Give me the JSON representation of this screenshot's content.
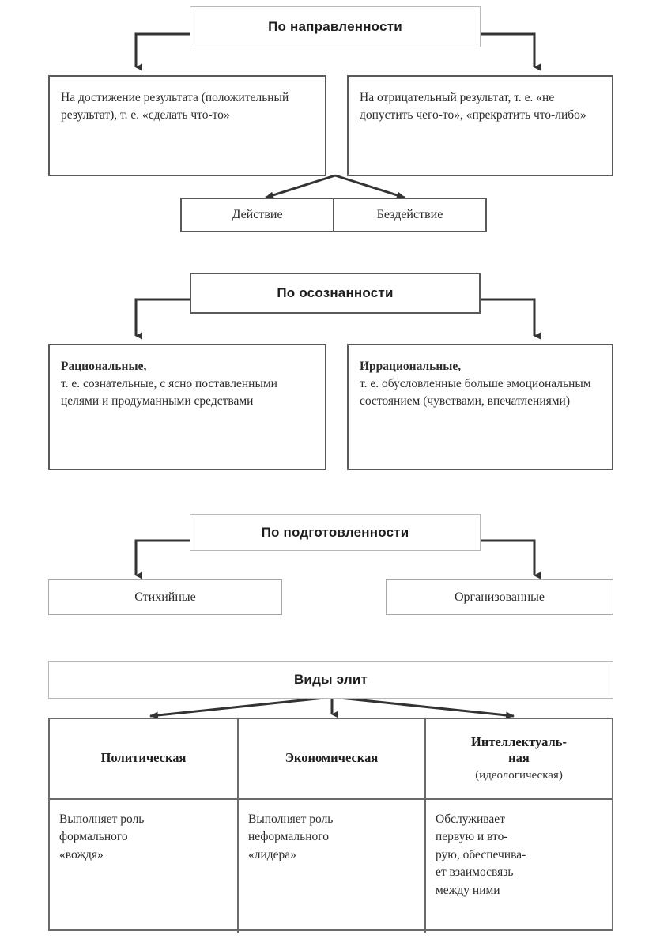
{
  "document": {
    "language": "ru",
    "title": "Классификация действий и виды элит",
    "background_color": "#ffffff",
    "line_color": "#333333",
    "strong_border_color": "#595959",
    "thin_border_color": "#b9b9b9"
  },
  "sections": [
    {
      "id": "orientation",
      "header": "По направленности",
      "children": [
        {
          "id": "positive-result",
          "text": "На достижение результата (положительный результат), т. е. «сделать что-то»"
        },
        {
          "id": "negative-result",
          "text": "На отрицательный результат, т. е. «не допустить чего-то», «прекратить что-либо»"
        }
      ],
      "pair": {
        "left": "Действие",
        "right": "Бездействие"
      }
    },
    {
      "id": "awareness",
      "header": "По осознанности",
      "children": [
        {
          "id": "rational",
          "lead": "Рациональные,",
          "text": "т. е. сознательные, с ясно поставленными целями и продуманными средствами"
        },
        {
          "id": "irrational",
          "lead": "Иррациональные,",
          "text": "т. е. обусловленные больше эмоциональным состоянием (чувствами, впечатлениями)"
        }
      ]
    },
    {
      "id": "preparedness",
      "header": "По подготовленности",
      "children": [
        {
          "id": "spontaneous",
          "text": "Стихийные"
        },
        {
          "id": "organized",
          "text": "Организованные"
        }
      ]
    }
  ],
  "elite": {
    "header": "Виды элит",
    "columns": [
      {
        "id": "political",
        "title": "Политическая",
        "subtitle": "",
        "body": "Выполняет роль\nформального\n«вождя»"
      },
      {
        "id": "economic",
        "title": "Экономическая",
        "subtitle": "",
        "body": "Выполняет роль\nнеформального\n«лидера»"
      },
      {
        "id": "intellectual",
        "title": "Интеллектуаль-\nная",
        "subtitle": "(идеологическая)",
        "body": "Обслуживает\nпервую и вто-\nрую, обеспечива-\nет взаимосвязь\nмежду ними"
      }
    ]
  }
}
